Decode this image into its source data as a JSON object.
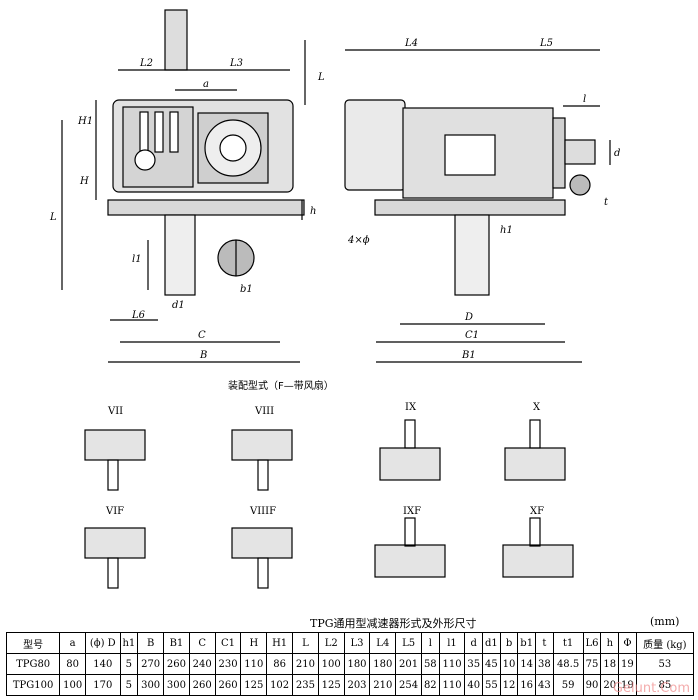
{
  "caption": "装配型式（F—带风扇）",
  "main_views": {
    "dims": [
      "L2",
      "L3",
      "a",
      "L",
      "H1",
      "H",
      "L",
      "h",
      "l1",
      "b1",
      "d1",
      "L6",
      "C",
      "B",
      "L4",
      "L5",
      "l",
      "d",
      "t",
      "4×ϕ",
      "h1",
      "D",
      "C1",
      "B1"
    ]
  },
  "variants": [
    "VII",
    "VIII",
    "IX",
    "X",
    "VIF",
    "VIIIF",
    "IXF",
    "XF"
  ],
  "table": {
    "title": "TPG通用型减速器形式及外形尺寸",
    "unit": "(mm)",
    "headers": [
      "型号",
      "a",
      "(ϕ) D",
      "h1",
      "B",
      "B1",
      "C",
      "C1",
      "H",
      "H1",
      "L",
      "L2",
      "L3",
      "L4",
      "L5",
      "l",
      "l1",
      "d",
      "d1",
      "b",
      "b1",
      "t",
      "t1",
      "L6",
      "h",
      "Φ",
      "质量 (kg)"
    ],
    "rows": [
      [
        "TPG80",
        "80",
        "140",
        "5",
        "270",
        "260",
        "240",
        "230",
        "110",
        "86",
        "210",
        "100",
        "180",
        "180",
        "201",
        "58",
        "110",
        "35",
        "45",
        "10",
        "14",
        "38",
        "48.5",
        "75",
        "18",
        "19",
        "53"
      ],
      [
        "TPG100",
        "100",
        "170",
        "5",
        "300",
        "300",
        "260",
        "260",
        "125",
        "102",
        "235",
        "125",
        "203",
        "210",
        "254",
        "82",
        "110",
        "40",
        "55",
        "12",
        "16",
        "43",
        "59",
        "90",
        "20",
        "19",
        "85"
      ]
    ]
  },
  "watermark": "Gelunt.Com"
}
